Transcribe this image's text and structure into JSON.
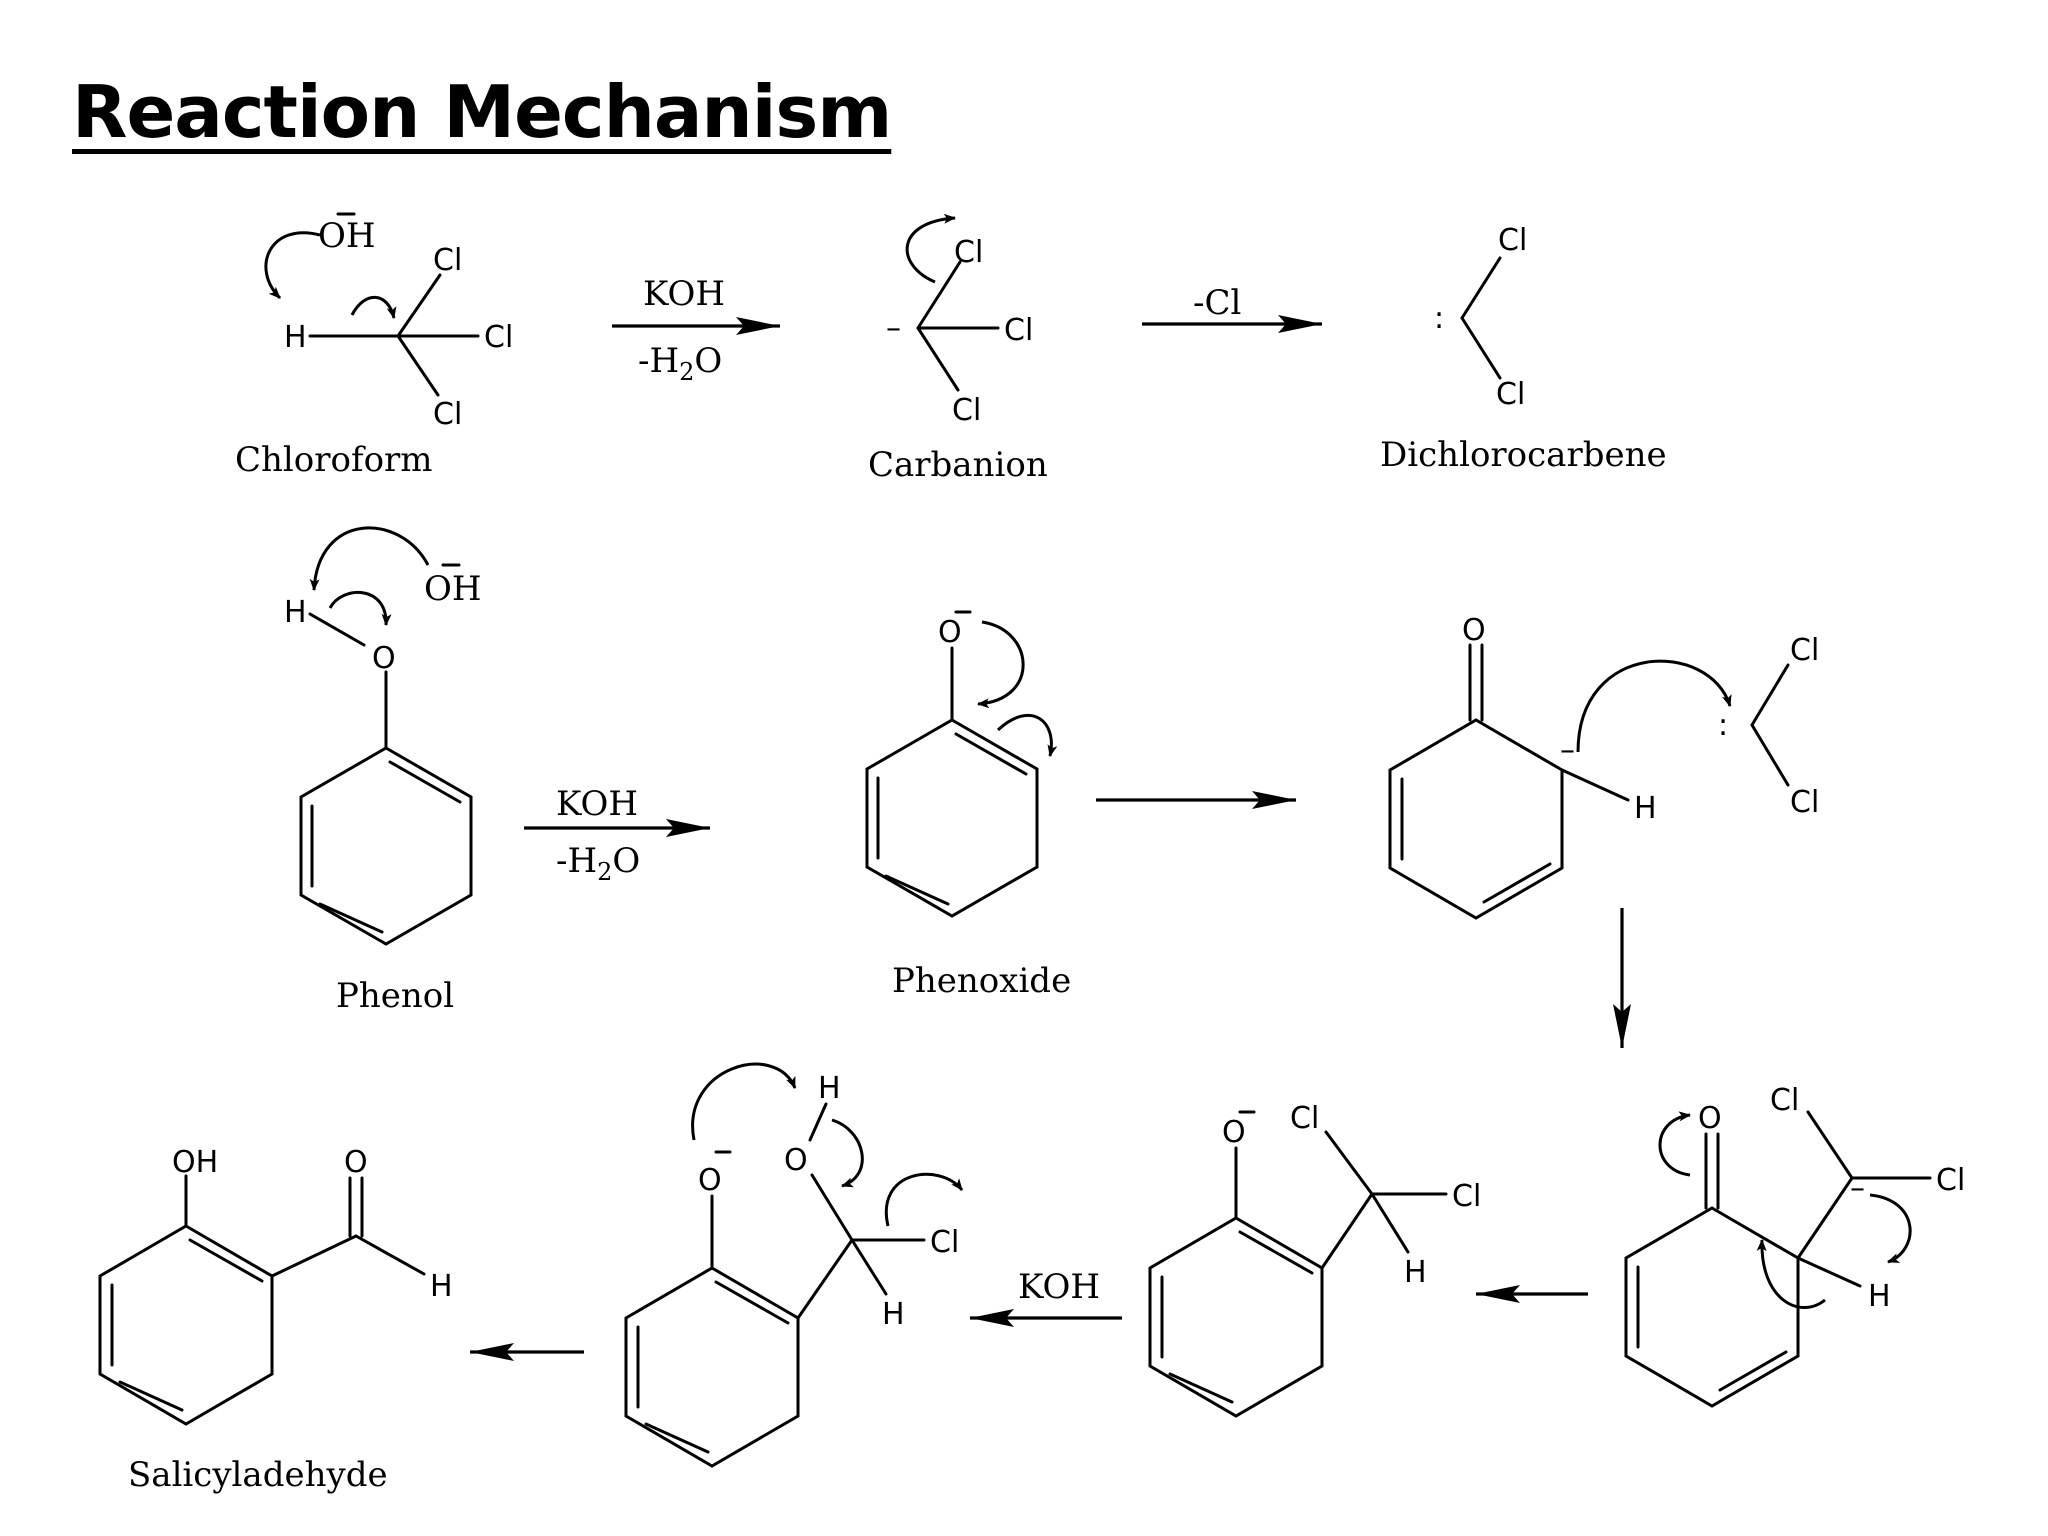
{
  "title": "Reaction Mechanism",
  "compounds": {
    "chloroform": "Chloroform",
    "carbanion": "Carbanion",
    "dichlorocarbene": "Dichlorocarbene",
    "phenol": "Phenol",
    "phenoxide": "Phenoxide",
    "salicylaldehyde": "Salicyladehyde"
  },
  "conditions": {
    "step1_top": "KOH",
    "step1_bottom": "-H2O",
    "step2_top": "-Cl",
    "step3_top": "KOH",
    "step3_bottom": "-H2O",
    "step7_top": "KOH"
  },
  "atoms": {
    "hydroxide": "OH",
    "h": "H",
    "cl": "Cl",
    "o": "O",
    "oh": "OH",
    "minus": "–",
    "lone_pair": ":"
  }
}
